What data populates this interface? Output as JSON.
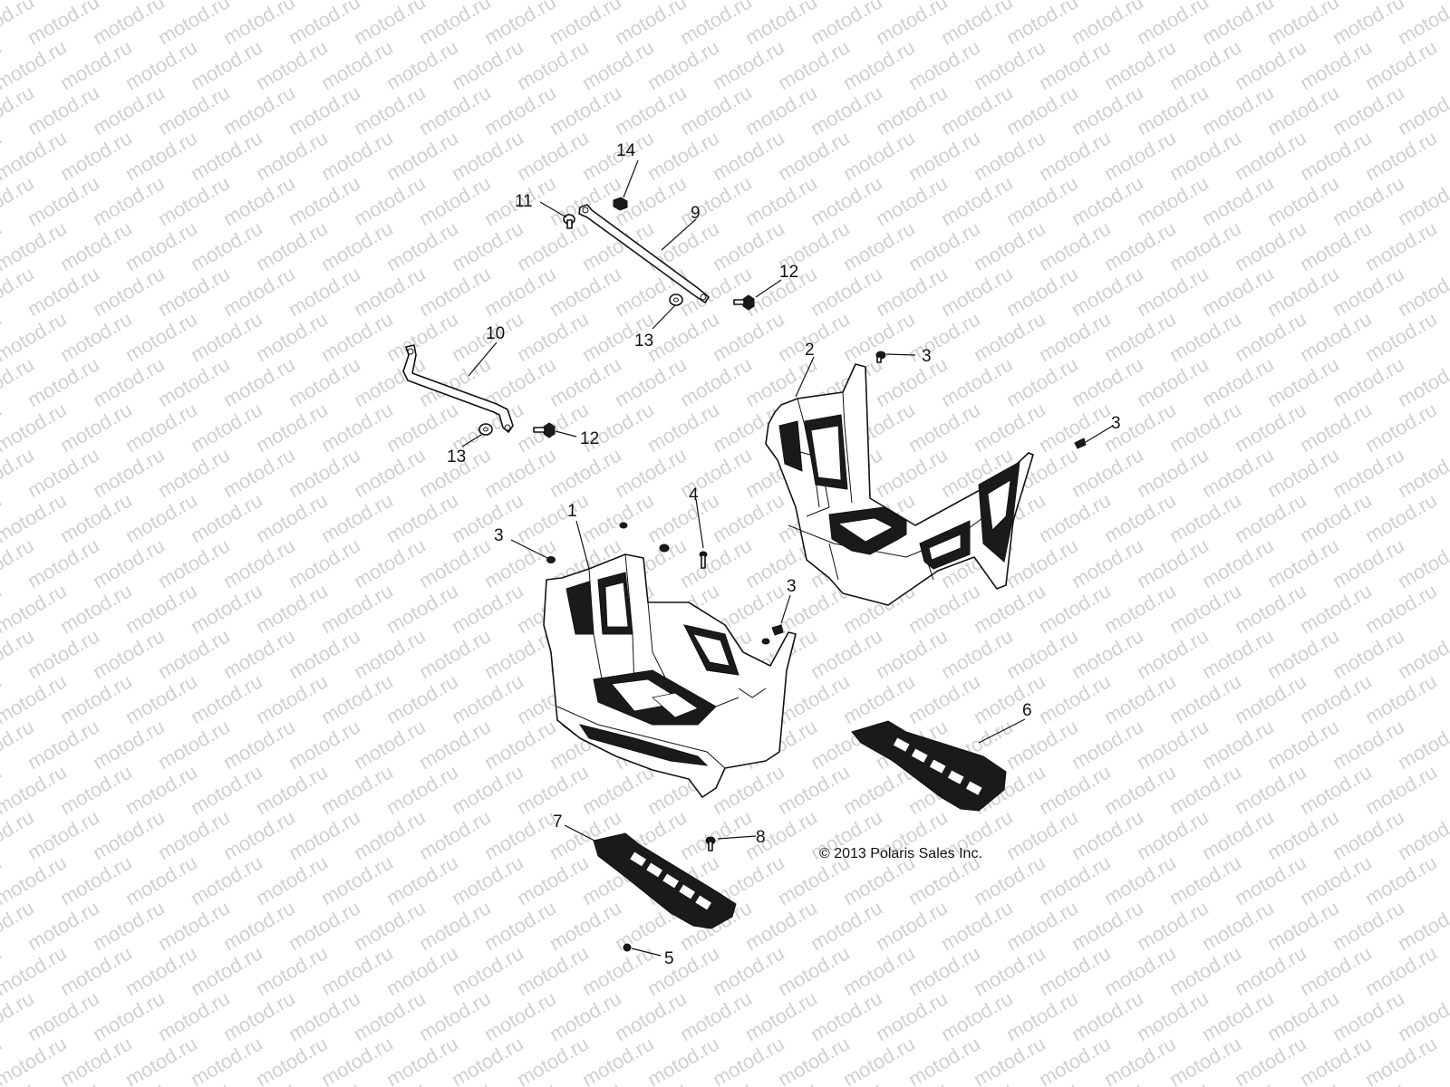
{
  "watermark": {
    "text": "motod.ru"
  },
  "copyright": "© 2013 Polaris Sales Inc.",
  "callouts": [
    {
      "id": "c14",
      "label": "14"
    },
    {
      "id": "c11",
      "label": "11"
    },
    {
      "id": "c9",
      "label": "9"
    },
    {
      "id": "c12a",
      "label": "12"
    },
    {
      "id": "c13a",
      "label": "13"
    },
    {
      "id": "c10",
      "label": "10"
    },
    {
      "id": "c12b",
      "label": "12"
    },
    {
      "id": "c13b",
      "label": "13"
    },
    {
      "id": "c2",
      "label": "2"
    },
    {
      "id": "c3a",
      "label": "3"
    },
    {
      "id": "c3b",
      "label": "3"
    },
    {
      "id": "c1",
      "label": "1"
    },
    {
      "id": "c3c",
      "label": "3"
    },
    {
      "id": "c4",
      "label": "4"
    },
    {
      "id": "c3d",
      "label": "3"
    },
    {
      "id": "c6",
      "label": "6"
    },
    {
      "id": "c7",
      "label": "7"
    },
    {
      "id": "c8",
      "label": "8"
    },
    {
      "id": "c5",
      "label": "5"
    }
  ]
}
